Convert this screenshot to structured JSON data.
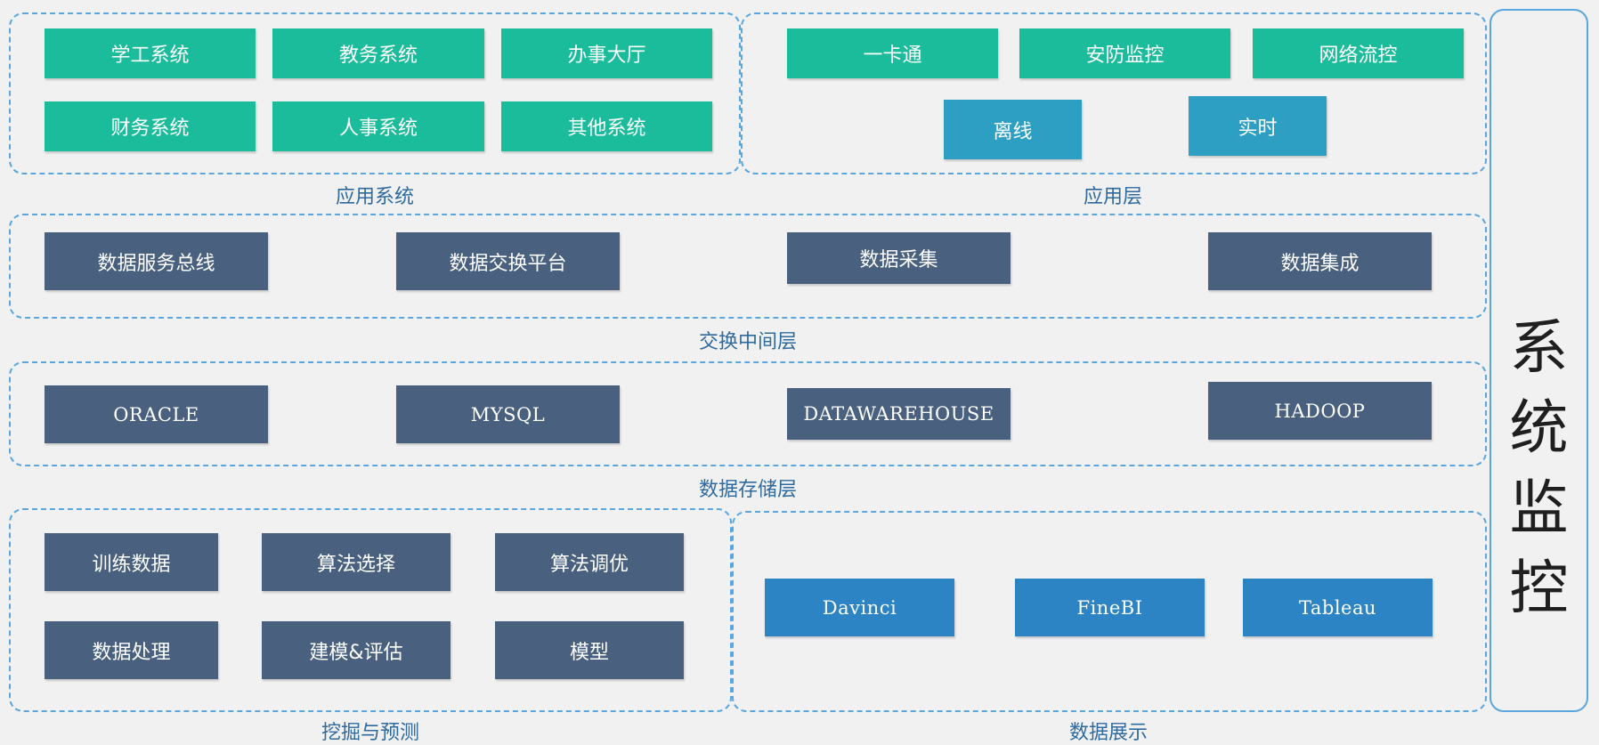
{
  "groups": {
    "app_systems": {
      "label": "应用系统",
      "items": [
        "学工系统",
        "教务系统",
        "办事大厅",
        "财务系统",
        "人事系统",
        "其他系统"
      ]
    },
    "app_layer": {
      "label": "应用层",
      "items": [
        "一卡通",
        "安防监控",
        "网络流控"
      ],
      "modes": [
        "离线",
        "实时"
      ]
    },
    "exchange_layer": {
      "label": "交换中间层",
      "items": [
        "数据服务总线",
        "数据交换平台",
        "数据采集",
        "数据集成"
      ]
    },
    "storage_layer": {
      "label": "数据存储层",
      "items": [
        "ORACLE",
        "MYSQL",
        "DATAWAREHOUSE",
        "HADOOP"
      ]
    },
    "mining_layer": {
      "label": "挖掘与预测",
      "items": [
        "训练数据",
        "算法选择",
        "算法调优",
        "数据处理",
        "建模&评估",
        "模型"
      ]
    },
    "display_layer": {
      "label": "数据展示",
      "items": [
        "Davinci",
        "FineBI",
        "Tableau"
      ]
    }
  },
  "monitor": {
    "chars": [
      "系",
      "统",
      "监",
      "控"
    ]
  },
  "colors": {
    "frame": "#5aa6de",
    "teal": "#1bbc9b",
    "cyan": "#2d9fc2",
    "slate": "#49617f",
    "blue": "#2d84c4"
  }
}
